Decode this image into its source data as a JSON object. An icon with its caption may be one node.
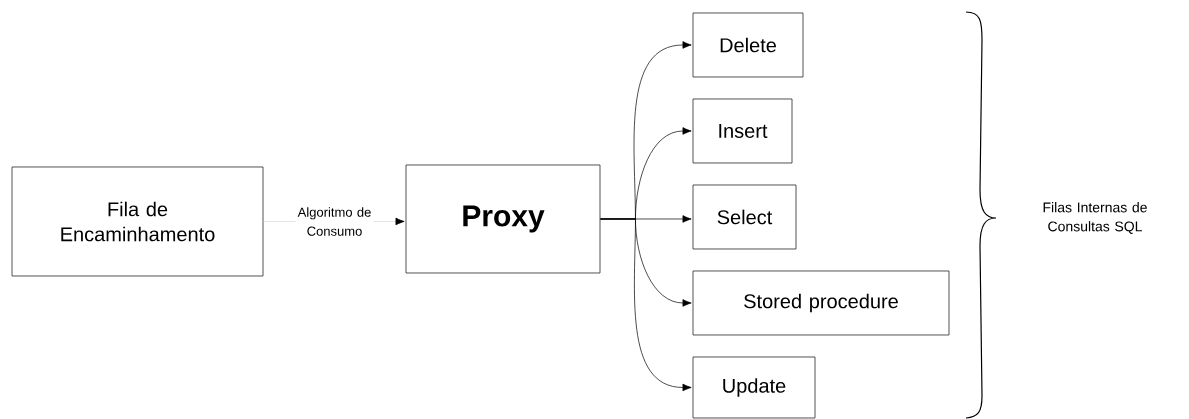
{
  "diagram": {
    "nodes": [
      {
        "text": [
          "Fila de Encaminhamento"
        ]
      },
      {
        "text": [
          "Proxy"
        ]
      },
      {
        "text": [
          "Delete"
        ]
      },
      {
        "text": [
          "Insert"
        ]
      },
      {
        "text": [
          "Select"
        ]
      },
      {
        "text": [
          "Stored procedure"
        ]
      },
      {
        "text": [
          "Update"
        ]
      }
    ],
    "edges": [
      {
        "from": 0,
        "to": 1,
        "arrow": "to",
        "label": "Algoritmo de Consumo",
        "color": "#d9d9d9"
      },
      {
        "from": 1,
        "to": 2,
        "arrow": "to"
      },
      {
        "from": 1,
        "to": 3,
        "arrow": "to"
      },
      {
        "from": 1,
        "to": 4,
        "arrow": "to"
      },
      {
        "from": 1,
        "to": 5,
        "arrow": "to"
      },
      {
        "from": 1,
        "to": 6,
        "arrow": "to"
      }
    ],
    "labels": [
      "Filas Internas de Consultas SQL"
    ]
  }
}
